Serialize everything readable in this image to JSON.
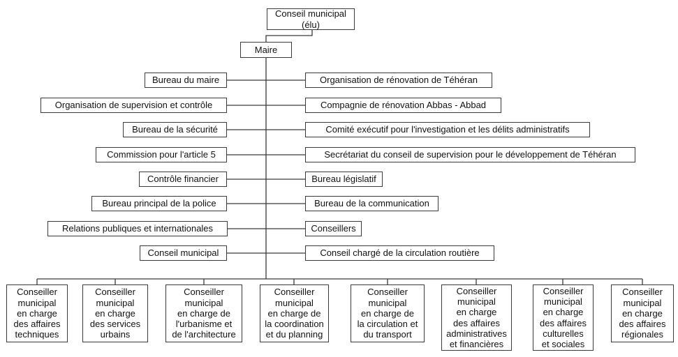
{
  "org": {
    "root": "Conseil municipal\n(élu)",
    "mayor": "Maire",
    "left_branches": [
      "Bureau du maire",
      "Organisation de supervision et contrôle",
      "Bureau de la sécurité",
      "Commission pour l'article 5",
      "Contrôle financier",
      "Bureau principal de la police",
      "Relations publiques et internationales",
      "Conseil municipal"
    ],
    "right_branches": [
      "Organisation de rénovation de Téhéran",
      "Compagnie de rénovation Abbas - Abbad",
      "Comité exécutif pour l'investigation et les délits administratifs",
      "Secrétariat du conseil de supervision pour le développement de Téhéran",
      "Bureau législatif",
      "Bureau de la communication",
      "Conseillers",
      "Conseil chargé de la circulation routière"
    ],
    "councillors": [
      "Conseiller\nmunicipal\nen charge\ndes affaires\ntechniques",
      "Conseiller\nmunicipal\nen charge\ndes services\nurbains",
      "Conseiller\nmunicipal\nen charge de\nl'urbanisme et\nde l'architecture",
      "Conseiller\nmunicipal\nen charge de\nla coordination\net du planning",
      "Conseiller\nmunicipal\nen charge de\nla circulation et\ndu transport",
      "Conseiller\nmunicipal\nen charge\ndes affaires\nadministratives\net financières",
      "Conseiller\nmunicipal\nen charge\ndes affaires\nculturelles\net sociales",
      "Conseiller\nmunicipal\nen charge\ndes affaires\nrégionales"
    ]
  },
  "colors": {
    "border": "#3a3a3a",
    "line": "#3a3a3a",
    "background": "#ffffff",
    "text": "#111111"
  }
}
